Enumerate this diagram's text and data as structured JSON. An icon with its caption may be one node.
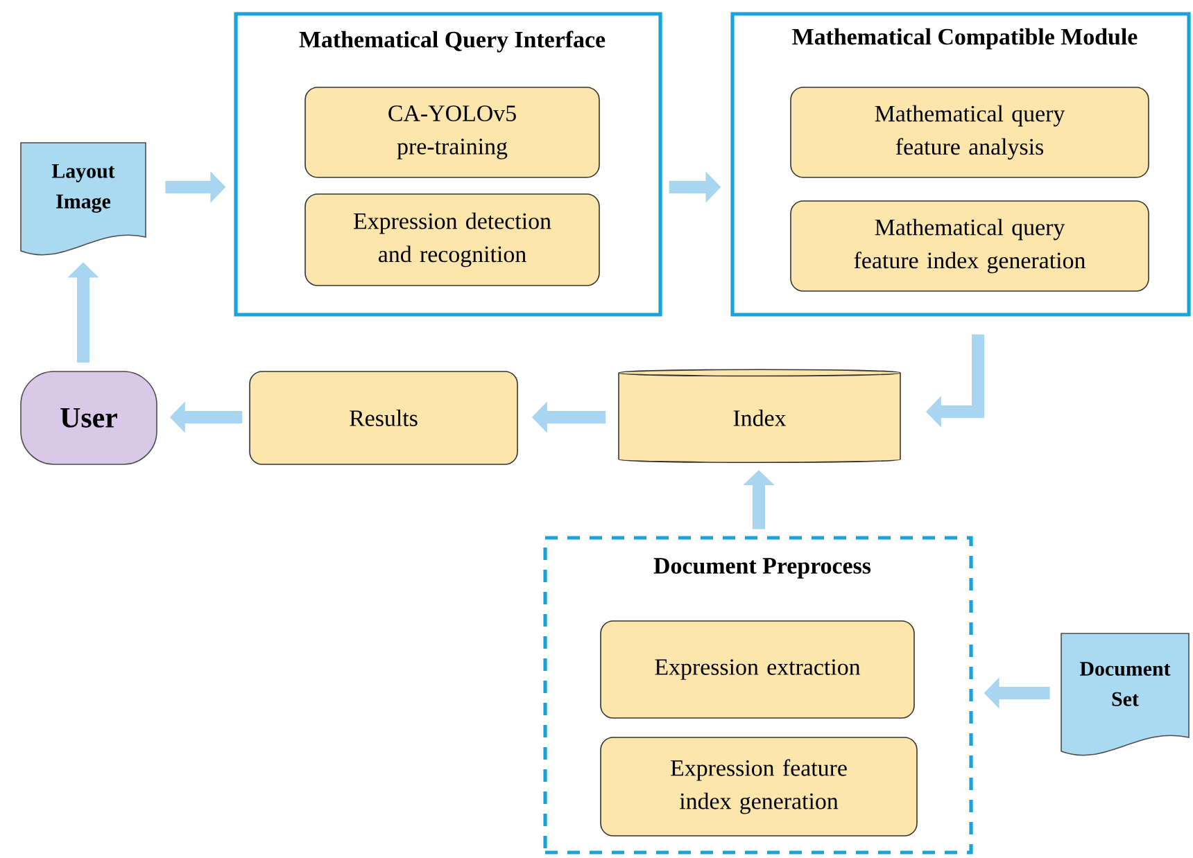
{
  "diagram": {
    "nodes": [
      {
        "text": [
          "Layout Image"
        ]
      },
      {
        "text": [
          "Mathematical Query Interface"
        ]
      },
      {
        "text": [
          "CA-YOLOv5 pre-training"
        ],
        "in": 1
      },
      {
        "text": [
          "Expression detection and recognition"
        ],
        "in": 1
      },
      {
        "text": [
          "Mathematical Compatible Module"
        ]
      },
      {
        "text": [
          "Mathematical query feature analysis"
        ],
        "in": 4
      },
      {
        "text": [
          "Mathematical query feature index generation"
        ],
        "in": 4
      },
      {
        "text": [
          "Index"
        ]
      },
      {
        "text": [
          "Results"
        ]
      },
      {
        "text": [
          "User"
        ]
      },
      {
        "text": [
          "Document Preprocess"
        ]
      },
      {
        "text": [
          "Expression extraction"
        ],
        "in": 10
      },
      {
        "text": [
          "Expression feature index generation"
        ],
        "in": 10
      },
      {
        "text": [
          "Document Set"
        ]
      }
    ],
    "edges": [
      {
        "from": 0,
        "to": 1,
        "arrow": "to"
      },
      {
        "from": 1,
        "to": 4,
        "arrow": "to"
      },
      {
        "from": 4,
        "to": 7,
        "arrow": "to"
      },
      {
        "from": 7,
        "to": 8,
        "arrow": "to"
      },
      {
        "from": 8,
        "to": 9,
        "arrow": "to"
      },
      {
        "from": 9,
        "to": 0,
        "arrow": "to"
      },
      {
        "from": 10,
        "to": 7,
        "arrow": "to"
      },
      {
        "from": 13,
        "to": 10,
        "arrow": "to"
      }
    ]
  }
}
